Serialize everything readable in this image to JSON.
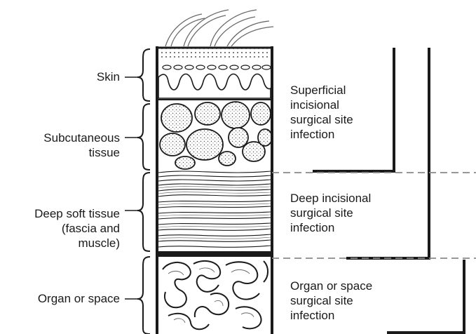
{
  "layers": [
    {
      "name": "skin",
      "label_lines": [
        "Skin"
      ]
    },
    {
      "name": "subcutaneous-tissue",
      "label_lines": [
        "Subcutaneous",
        "tissue"
      ]
    },
    {
      "name": "deep-soft-tissue",
      "label_lines": [
        "Deep soft tissue",
        "(fascia and",
        "muscle)"
      ]
    },
    {
      "name": "organ-space",
      "label_lines": [
        "Organ or space"
      ]
    }
  ],
  "infections": [
    {
      "name": "superficial-incisional",
      "label_lines": [
        "Superficial",
        "incisional",
        "surgical site",
        "infection"
      ]
    },
    {
      "name": "deep-incisional",
      "label_lines": [
        "Deep incisional",
        "surgical site",
        "infection"
      ]
    },
    {
      "name": "organ-space",
      "label_lines": [
        "Organ or space",
        "surgical site",
        "infection"
      ]
    }
  ],
  "colors": {
    "ink": "#1a1a1a",
    "divider": "#8a8a8a",
    "background": "#ffffff"
  }
}
